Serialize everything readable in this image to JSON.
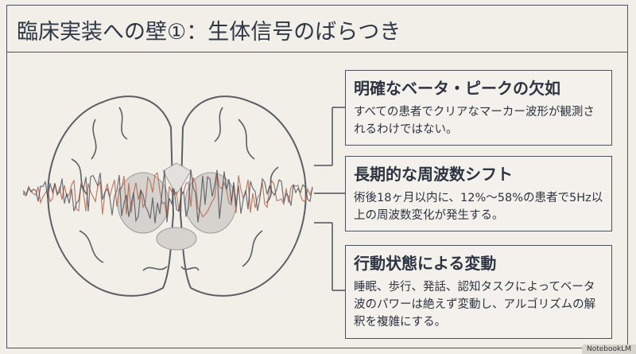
{
  "title": "臨床実装への壁①：生体信号のばらつき",
  "cards": [
    {
      "heading": "明確なベータ・ピークの欠如",
      "body": "すべての患者でクリアなマーカー波形が観測されるわけではない。"
    },
    {
      "heading": "長期的な周波数シフト",
      "body": "術後18ヶ月以内に、12%〜58%の患者で5Hz以上の周波数変化が発生する。"
    },
    {
      "heading": "行動状態による変動",
      "body": "睡眠、歩行、発話、認知タスクによってベータ波のパワーは絶えず変動し、アルゴリズムの解釈を複雑にする。"
    }
  ],
  "watermark": "NotebookLM",
  "colors": {
    "wave_red": "#b5684f",
    "wave_dark": "#4a4f58",
    "line": "#4a525c",
    "bg": "#f2efe9"
  }
}
